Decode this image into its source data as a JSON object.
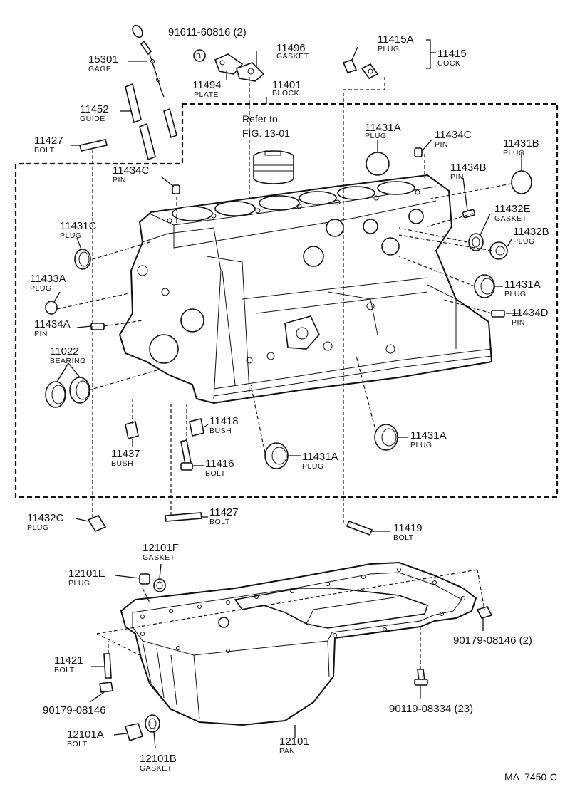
{
  "figure_code": "MA  7450-C",
  "reference_note": {
    "line1": "Refer to",
    "line2": "FIG. 13-01"
  },
  "callouts": {
    "c91611": {
      "part": "91611-60816 (2)",
      "desc": "",
      "symbol": "B"
    },
    "c15301": {
      "part": "15301",
      "desc": "GAGE"
    },
    "c11496": {
      "part": "11496",
      "desc": "GASKET"
    },
    "c11494": {
      "part": "11494",
      "desc": "PLATE"
    },
    "c11415A": {
      "part": "11415A",
      "desc": "PLUG"
    },
    "c11415": {
      "part": "11415",
      "desc": "COCK"
    },
    "c11401": {
      "part": "11401",
      "desc": "BLOCK"
    },
    "c11452": {
      "part": "11452",
      "desc": "GUIDE"
    },
    "c11427a": {
      "part": "11427",
      "desc": "BOLT"
    },
    "c11431A_top": {
      "part": "11431A",
      "desc": "PLUG"
    },
    "c11434C_r": {
      "part": "11434C",
      "desc": "PIN"
    },
    "c11431B": {
      "part": "11431B",
      "desc": "PLUG"
    },
    "c11434C_l": {
      "part": "11434C",
      "desc": "PIN"
    },
    "c11434B": {
      "part": "11434B",
      "desc": "PIN"
    },
    "c11432E": {
      "part": "11432E",
      "desc": "GASKET"
    },
    "c11431C": {
      "part": "11431C",
      "desc": "PLUG"
    },
    "c11432B": {
      "part": "11432B",
      "desc": "PLUG"
    },
    "c11433A": {
      "part": "11433A",
      "desc": "PLUG"
    },
    "c11431A_r": {
      "part": "11431A",
      "desc": "PLUG"
    },
    "c11434A": {
      "part": "11434A",
      "desc": "PIN"
    },
    "c11434D": {
      "part": "11434D",
      "desc": "PIN"
    },
    "c11022": {
      "part": "11022",
      "desc": "BEARING"
    },
    "c11418": {
      "part": "11418",
      "desc": "BUSH"
    },
    "c11431A_br": {
      "part": "11431A",
      "desc": "PLUG"
    },
    "c11437": {
      "part": "11437",
      "desc": "BUSH"
    },
    "c11416": {
      "part": "11416",
      "desc": "BOLT"
    },
    "c11431A_bc": {
      "part": "11431A",
      "desc": "PLUG"
    },
    "c11432C": {
      "part": "11432C",
      "desc": "PLUG"
    },
    "c11427b": {
      "part": "11427",
      "desc": "BOLT"
    },
    "c11419": {
      "part": "11419",
      "desc": "BOLT"
    },
    "c12101F": {
      "part": "12101F",
      "desc": "GASKET"
    },
    "c12101E": {
      "part": "12101E",
      "desc": "PLUG"
    },
    "c90179_r": {
      "part": "90179-08146 (2)",
      "desc": ""
    },
    "c11421": {
      "part": "11421",
      "desc": "BOLT"
    },
    "c90179_l": {
      "part": "90179-08146",
      "desc": ""
    },
    "c90119": {
      "part": "90119-08334 (23)",
      "desc": ""
    },
    "c12101A": {
      "part": "12101A",
      "desc": "BOLT"
    },
    "c12101": {
      "part": "12101",
      "desc": "PAN"
    },
    "c12101B": {
      "part": "12101B",
      "desc": "GASKET"
    }
  }
}
